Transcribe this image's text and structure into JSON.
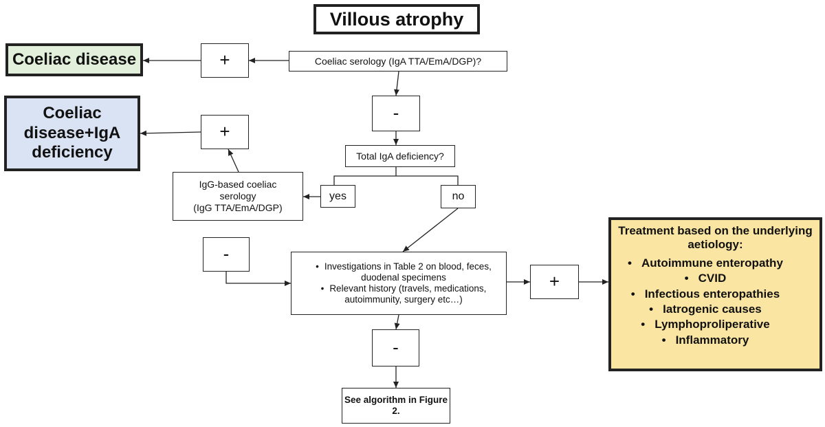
{
  "nodes": {
    "title": "Villous atrophy",
    "coeliac_serology": "Coeliac serology (IgA TTA/EmA/DGP)?",
    "plus_1": "+",
    "coeliac_disease": "Coeliac disease",
    "minus_1": "-",
    "total_iga": "Total IgA deficiency?",
    "yes": "yes",
    "no": "no",
    "igg_serology_lines": [
      "IgG-based coeliac",
      "serology",
      "(IgG TTA/EmA/DGP)"
    ],
    "plus_2": "+",
    "cd_iga_lines": [
      "Coeliac",
      "disease+IgA",
      "deficiency"
    ],
    "minus_2": "-",
    "investigations": [
      "Investigations in Table 2 on blood, feces, duodenal specimens",
      "Relevant history (travels, medications, autoimmunity, surgery etc…)"
    ],
    "plus_3": "+",
    "treatment_title": "Treatment based on the underlying aetiology:",
    "treatment_items": [
      "Autoimmune enteropathy",
      "CVID",
      "Infectious enteropathies",
      "Iatrogenic causes",
      "Lymphoproliperative",
      "Inflammatory"
    ],
    "minus_3": "-",
    "see_algorithm": "See algorithm in Figure 2."
  }
}
